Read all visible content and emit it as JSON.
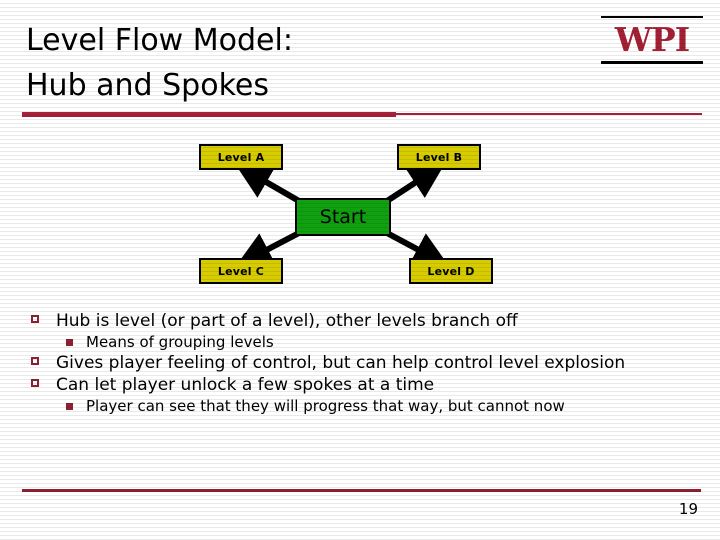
{
  "slide": {
    "title_lines": [
      "Level Flow Model:",
      "Hub and Spokes"
    ],
    "page_number": "19",
    "logo": {
      "text": "WPI",
      "color": "#A32035"
    },
    "accent_color": "#A6203A",
    "bullet_color": "#8E2036"
  },
  "diagram": {
    "type": "hub-and-spokes",
    "hub": {
      "label": "Start",
      "fill": "#10A010",
      "border": "#000000"
    },
    "spokes": [
      {
        "label": "Level A",
        "position": "top-left",
        "fill": "#D6CC00",
        "border": "#000000"
      },
      {
        "label": "Level B",
        "position": "top-right",
        "fill": "#D6CC00",
        "border": "#000000"
      },
      {
        "label": "Level C",
        "position": "bottom-left",
        "fill": "#D6CC00",
        "border": "#000000"
      },
      {
        "label": "Level D",
        "position": "bottom-right",
        "fill": "#D6CC00",
        "border": "#000000"
      }
    ],
    "arrows": [
      {
        "from": "Start",
        "to": "Level A"
      },
      {
        "from": "Start",
        "to": "Level B"
      },
      {
        "from": "Start",
        "to": "Level C"
      },
      {
        "from": "Start",
        "to": "Level D"
      }
    ]
  },
  "bullets": [
    {
      "level": 1,
      "text": "Hub is level (or part of a level), other levels branch off",
      "children": [
        {
          "level": 2,
          "text": "Means of grouping levels"
        }
      ]
    },
    {
      "level": 1,
      "text": "Gives player feeling of control, but can help control level explosion",
      "children": []
    },
    {
      "level": 1,
      "text": "Can let player unlock a few spokes at a time",
      "children": [
        {
          "level": 2,
          "text": "Player can see that they will progress that way, but cannot now"
        }
      ]
    }
  ]
}
